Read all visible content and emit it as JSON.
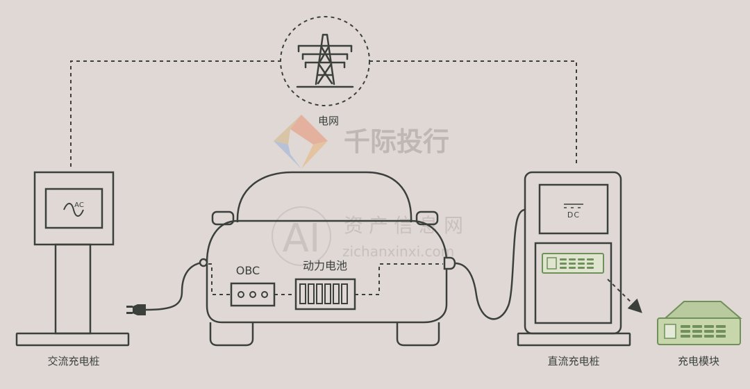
{
  "labels": {
    "grid": "电网",
    "ac_pile": "交流充电桩",
    "dc_pile": "直流充电桩",
    "charging_module": "充电模块",
    "obc": "OBC",
    "battery": "动力电池",
    "ac_symbol": "AC",
    "dc_symbol": "DC"
  },
  "watermark": {
    "brand": "千际投行",
    "ai_mark": "AI",
    "cn_site": "资产信息网",
    "url": "zichanxinxi.com"
  },
  "colors": {
    "background": "#dfd8d5",
    "line": "#3b403d",
    "module_green": "#6f8f5b",
    "module_fill": "#dfe5cf"
  }
}
